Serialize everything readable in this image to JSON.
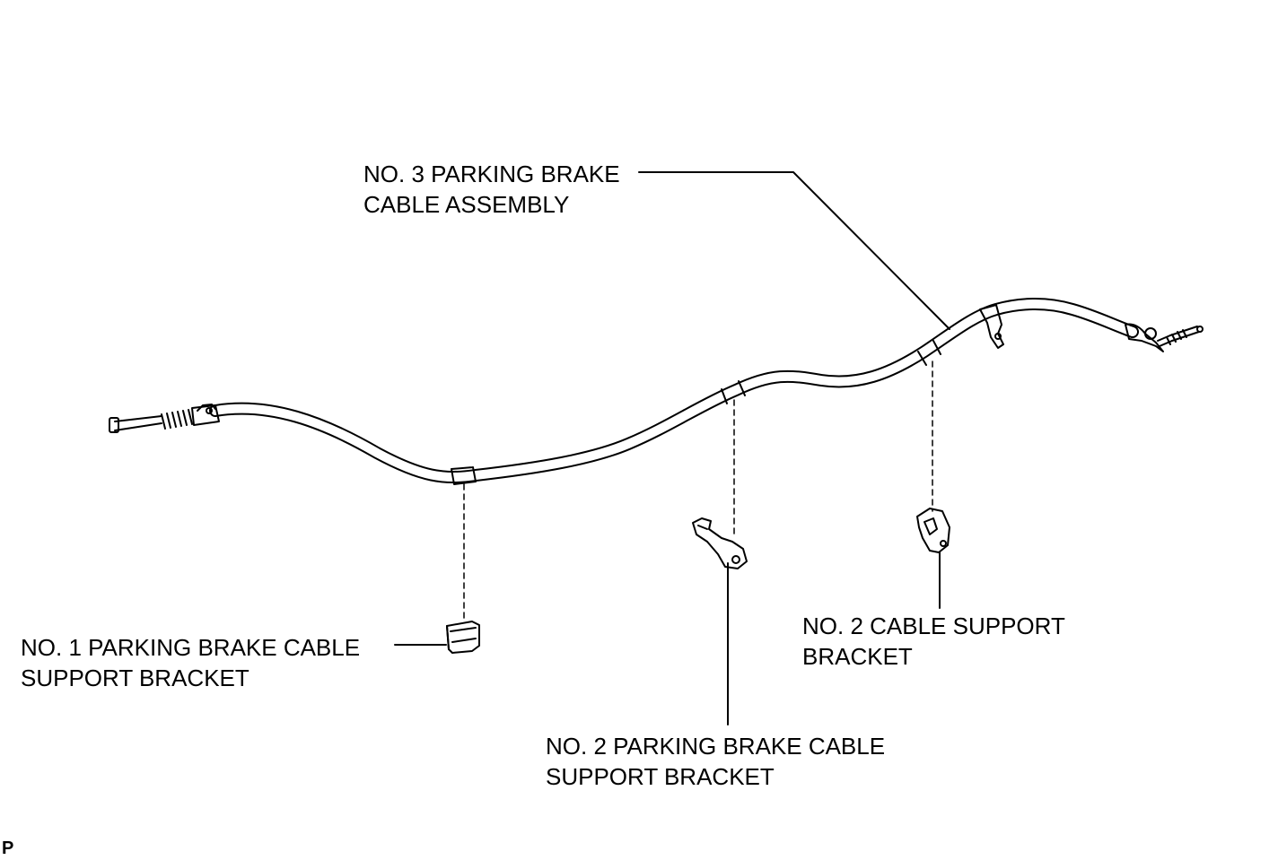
{
  "labels": {
    "cable_assembly": [
      "NO. 3 PARKING BRAKE",
      "CABLE ASSEMBLY"
    ],
    "no1_bracket": [
      "NO. 1 PARKING BRAKE CABLE",
      "SUPPORT BRACKET"
    ],
    "no2_pb_bracket": [
      "NO. 2 PARKING BRAKE CABLE",
      "SUPPORT BRACKET"
    ],
    "no2_cable_bracket": [
      "NO. 2 CABLE SUPPORT",
      "BRACKET"
    ]
  },
  "figure_code": "P",
  "colors": {
    "line": "#000000",
    "background": "#ffffff"
  }
}
